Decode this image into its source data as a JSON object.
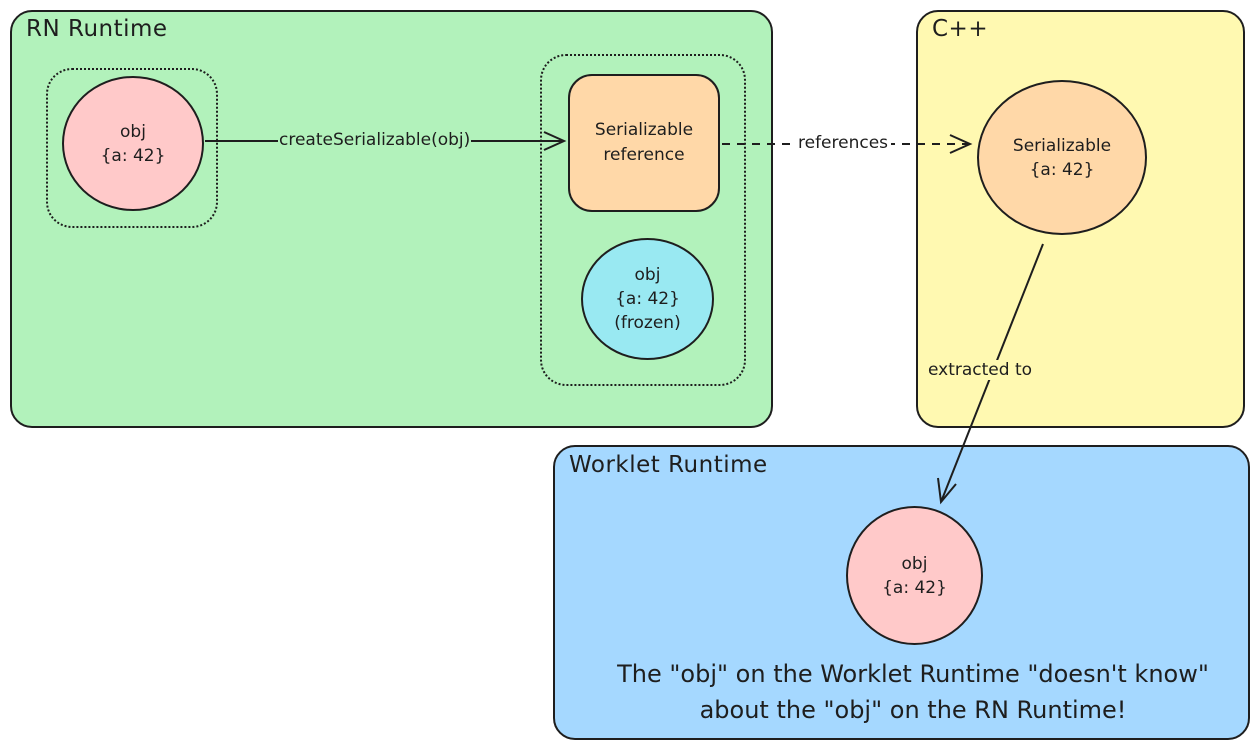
{
  "rn_runtime": {
    "title": "RN Runtime",
    "obj_circle": {
      "line1": "obj",
      "line2": "{a: 42}"
    },
    "serializable_ref": {
      "line1": "Serializable",
      "line2": "reference"
    },
    "frozen_obj": {
      "line1": "obj",
      "line2": "{a: 42}",
      "line3": "(frozen)"
    },
    "color": "#b2f2bb"
  },
  "cpp": {
    "title": "C++",
    "serializable": {
      "line1": "Serializable",
      "line2": "{a: 42}"
    },
    "color": "#fff9b1"
  },
  "worklet_runtime": {
    "title": "Worklet Runtime",
    "obj_circle": {
      "line1": "obj",
      "line2": "{a: 42}"
    },
    "note_line1": "The \"obj\" on the Worklet Runtime \"doesn't know\"",
    "note_line2": "about the \"obj\" on the RN Runtime!",
    "color": "#a5d8ff"
  },
  "edges": {
    "create_label": "createSerializable(obj)",
    "references_label": "references",
    "extracted_label": "extracted to"
  },
  "colors": {
    "pink": "#ffc9c9",
    "orange": "#ffd8a8",
    "cyan": "#99e9f2",
    "stroke": "#1e1e1e"
  }
}
